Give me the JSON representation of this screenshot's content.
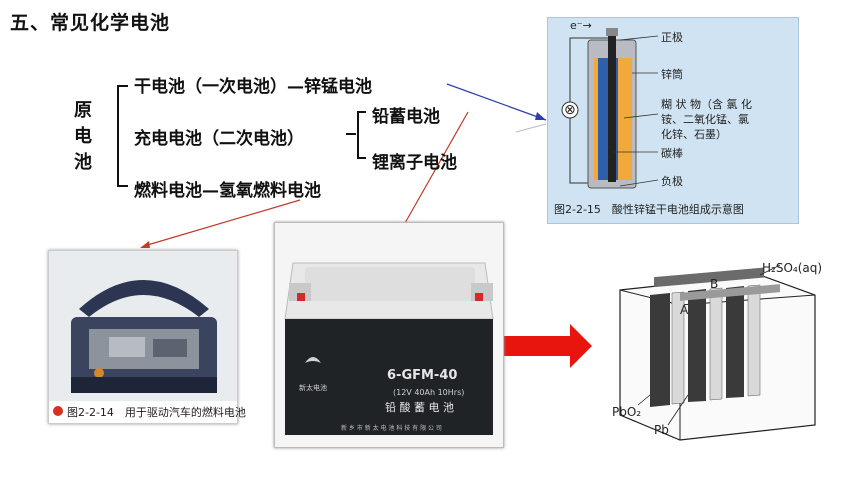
{
  "title": "五、常见化学电池",
  "tree": {
    "root": [
      "原",
      "电",
      "池"
    ],
    "dry": "干电池（一次电池）—锌锰电池",
    "rechargeable": "充电电池（二次电池）",
    "lead": "铅蓄电池",
    "lithium": "锂离子电池",
    "fuel": "燃料电池—氢氧燃料电池"
  },
  "dry_cell_figure": {
    "electron_label": "e⁻→",
    "positive": "正极",
    "zinc_can": "锌筒",
    "paste_1": "糊 状 物（含 氯 化",
    "paste_2": "铵、二氧化锰、氯",
    "paste_3": "化锌、石墨）",
    "carbon_rod": "碳棒",
    "negative": "负极",
    "caption": "图2-2-15　酸性锌锰干电池组成示意图",
    "lamp_symbol": "⊗"
  },
  "fuel_car_photo": {
    "caption": "图2-2-14　用于驱动汽车的燃料电池"
  },
  "battery_photo": {
    "model": "6-GFM-40",
    "spec": "(12V 40Ah 10Hrs)",
    "name": "铅 酸 蓄 电 池",
    "maker": "新 乡 市 新 太 电 池 科 技 有 限 公 司",
    "brand": "新太电池"
  },
  "lead_schematic": {
    "electrolyte": "H₂SO₄(aq)",
    "label_b": "B",
    "label_a": "A",
    "pbo2": "PbO₂",
    "pb": "Pb"
  }
}
